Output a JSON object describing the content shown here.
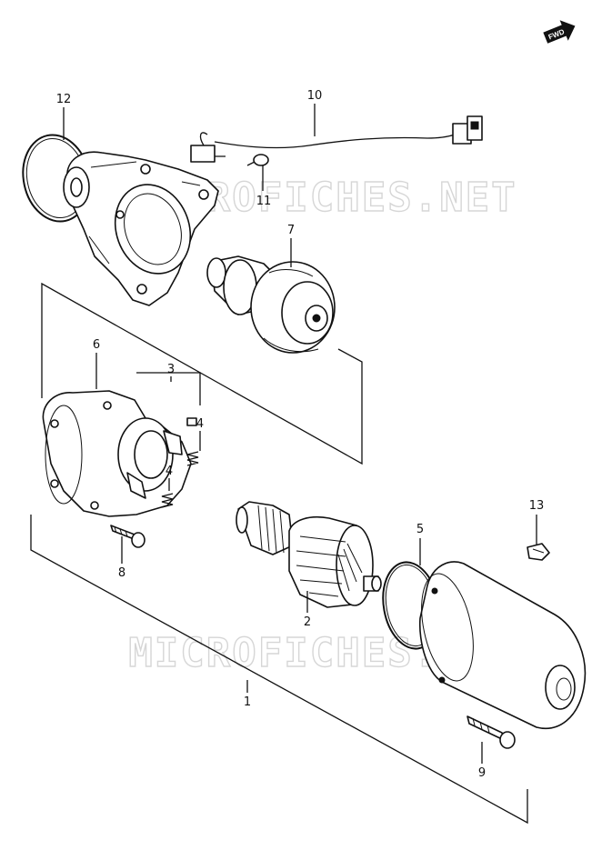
{
  "watermark": "MICROFICHES.NET",
  "fwd_label": "FWD",
  "callouts": {
    "p1": "1",
    "p2": "2",
    "p3": "3",
    "p4a": "4",
    "p4b": "4",
    "p5": "5",
    "p6": "6",
    "p7": "7",
    "p8": "8",
    "p9": "9",
    "p10": "10",
    "p11": "11",
    "p12": "12",
    "p13": "13"
  }
}
